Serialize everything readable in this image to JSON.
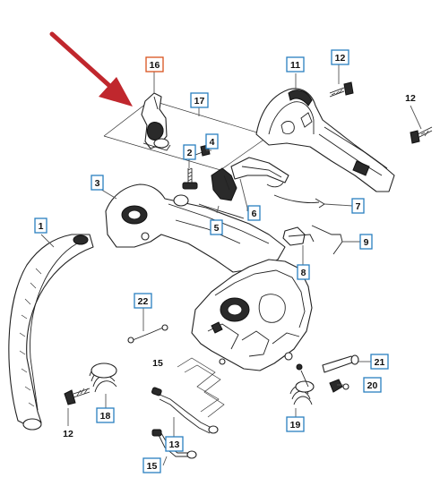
{
  "diagram": {
    "callouts": {
      "c1": {
        "label": "1"
      },
      "c2": {
        "label": "2"
      },
      "c3": {
        "label": "3"
      },
      "c4": {
        "label": "4"
      },
      "c5": {
        "label": "5"
      },
      "c6": {
        "label": "6"
      },
      "c7": {
        "label": "7"
      },
      "c8": {
        "label": "8"
      },
      "c9": {
        "label": "9"
      },
      "c11": {
        "label": "11"
      },
      "c12a": {
        "label": "12"
      },
      "c12b": {
        "label": "12"
      },
      "c12c": {
        "label": "12"
      },
      "c13": {
        "label": "13"
      },
      "c15a": {
        "label": "15"
      },
      "c15b": {
        "label": "15"
      },
      "c16": {
        "label": "16"
      },
      "c17": {
        "label": "17"
      },
      "c18": {
        "label": "18"
      },
      "c19": {
        "label": "19"
      },
      "c20": {
        "label": "20"
      },
      "c21": {
        "label": "21"
      },
      "c22": {
        "label": "22"
      }
    },
    "colors": {
      "callout_border": "#2a7fc0",
      "highlight_border": "#d9531e",
      "arrow": "#c0272d",
      "line": "#222222"
    }
  }
}
